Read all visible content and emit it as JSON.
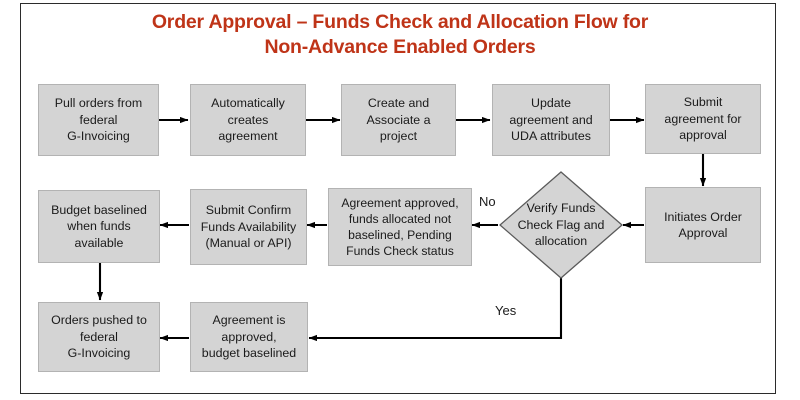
{
  "title": {
    "line1": "Order Approval – Funds Check and Allocation Flow for",
    "line2": "Non-Advance Enabled Orders",
    "color": "#bf3418"
  },
  "theme": {
    "node_fill": "#d4d4d4",
    "node_border": "#b3b3b3",
    "frame_border": "#2b2b2b",
    "arrow_color": "#000000",
    "text_color": "#1a1a1a",
    "background": "#ffffff"
  },
  "nodes": [
    {
      "id": "pull-orders",
      "label": "Pull orders from\nfederal\nG-Invoicing"
    },
    {
      "id": "auto-create",
      "label": "Automatically\ncreates\nagreement"
    },
    {
      "id": "create-project",
      "label": "Create and\nAssociate a\nproject"
    },
    {
      "id": "update-uda",
      "label": "Update\nagreement and\nUDA attributes"
    },
    {
      "id": "submit-approval",
      "label": "Submit\nagreement for\napproval"
    },
    {
      "id": "initiates-approval",
      "label": "Initiates Order\nApproval"
    },
    {
      "id": "agreement-approved-pending",
      "label": "Agreement approved,\nfunds allocated not\nbaselined, Pending\nFunds Check status"
    },
    {
      "id": "submit-confirm",
      "label": "Submit Confirm\nFunds Availability\n(Manual or API)"
    },
    {
      "id": "budget-baselined",
      "label": "Budget baselined\nwhen funds\navailable"
    },
    {
      "id": "orders-pushed",
      "label": "Orders pushed to\nfederal\nG-Invoicing"
    },
    {
      "id": "agreement-approved-baselined",
      "label": "Agreement is\napproved,\nbudget baselined"
    }
  ],
  "decision": {
    "id": "verify-funds-check",
    "label": "Verify Funds\nCheck Flag and\nallocation"
  },
  "edge_labels": {
    "no": "No",
    "yes": "Yes"
  }
}
